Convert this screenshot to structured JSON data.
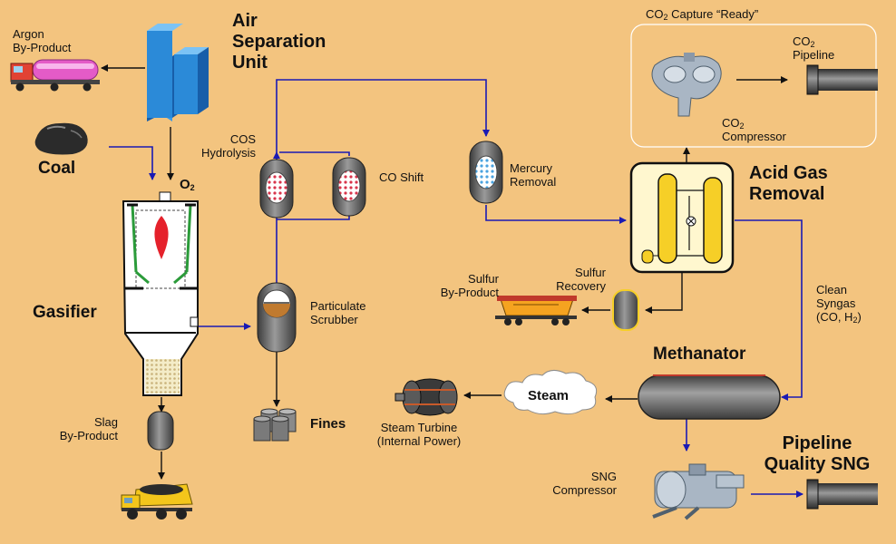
{
  "labels": {
    "argon_line1": "Argon",
    "argon_line2": "By-Product",
    "asu_line1": "Air",
    "asu_line2": "Separation",
    "asu_line3": "Unit",
    "coal": "Coal",
    "o2_prefix": "O",
    "o2_sub": "2",
    "gasifier": "Gasifier",
    "slag_line1": "Slag",
    "slag_line2": "By-Product",
    "cos_line1": "COS",
    "cos_line2": "Hydrolysis",
    "co_shift": "CO Shift",
    "mercury_line1": "Mercury",
    "mercury_line2": "Removal",
    "particulate_line1": "Particulate",
    "particulate_line2": "Scrubber",
    "fines": "Fines",
    "co2_capture_prefix": "CO",
    "co2_capture_sub": "2",
    "co2_capture_suffix": " Capture “Ready”",
    "co2_pipeline_prefix": "CO",
    "co2_pipeline_sub": "2",
    "co2_pipeline_line2": "Pipeline",
    "co2_compressor_prefix": "CO",
    "co2_compressor_sub": "2",
    "co2_compressor_line2": "Compressor",
    "agr_line1": "Acid Gas",
    "agr_line2": "Removal",
    "sulfur_byproduct_line1": "Sulfur",
    "sulfur_byproduct_line2": "By-Product",
    "sulfur_recovery_line1": "Sulfur",
    "sulfur_recovery_line2": "Recovery",
    "clean_line1": "Clean",
    "clean_line2": "Syngas",
    "clean_line3_a": "(CO, H",
    "clean_line3_sub": "2",
    "clean_line3_b": ")",
    "methanator": "Methanator",
    "steam": "Steam",
    "turbine_line1": "Steam Turbine",
    "turbine_line2": "(Internal Power)",
    "sng_line1": "Pipeline",
    "sng_line2": "Quality SNG",
    "sng_comp_line1": "SNG",
    "sng_comp_line2": "Compressor"
  },
  "colors": {
    "background": "#f3c47f",
    "flow_line": "#1a1ab4",
    "black_line": "#111111",
    "vessel_gray": "#6d6d6d",
    "asu_blue": "#2b8ad8",
    "agr_yellow": "#f6cf27"
  },
  "icons": [
    "tanker-truck-icon",
    "air-separation-unit-icon",
    "coal-lump-icon",
    "gasifier-vessel-icon",
    "dump-truck-icon",
    "drum-barrels-icon",
    "rail-car-icon",
    "steam-turbine-icon",
    "co2-compressor-icon",
    "sng-compressor-icon",
    "pipe-end-icon"
  ]
}
